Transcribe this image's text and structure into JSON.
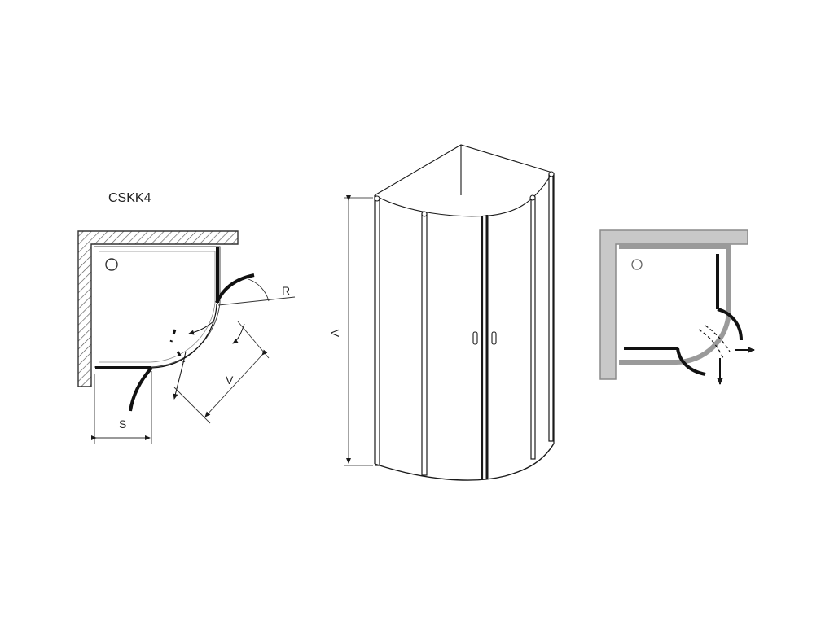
{
  "model_label": "CSKK4",
  "dimension_labels": {
    "width_s": "S",
    "entry_v": "V",
    "radius_r": "R",
    "height_a": "A"
  },
  "colors": {
    "line": "#1a1a1a",
    "hatch": "#555555",
    "tray_grey": "#9a9a9a",
    "tray_grey_light": "#c8c8c8",
    "background": "#ffffff"
  },
  "icons": {
    "door_swing_arrows": "curved-arrow-icon",
    "drain": "drain-icon"
  }
}
